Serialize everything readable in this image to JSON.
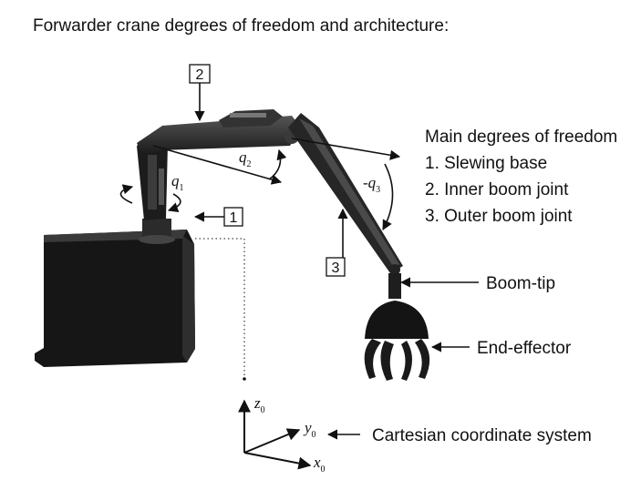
{
  "title": "Forwarder crane degrees of freedom and architecture:",
  "legend": {
    "heading": "Main degrees of freedom",
    "items": [
      "1. Slewing base",
      "2. Inner boom joint",
      "3. Outer boom joint"
    ]
  },
  "callouts": {
    "boom_tip": "Boom-tip",
    "end_effector": "End-effector",
    "coordinate_system": "Cartesian coordinate system"
  },
  "joint_boxes": [
    "1",
    "2",
    "3"
  ],
  "angles": {
    "q1": {
      "sym": "q",
      "sub": "1"
    },
    "q2": {
      "sym": "q",
      "sub": "2"
    },
    "q3": {
      "sym": "-q",
      "sub": "3"
    }
  },
  "axes": {
    "z": {
      "sym": "z",
      "sub": "0"
    },
    "y": {
      "sym": "y",
      "sub": "0"
    },
    "x": {
      "sym": "x",
      "sub": "0"
    }
  },
  "colors": {
    "ink": "#111111",
    "machine": "#1a1a1a",
    "boom": "#2a2a2a"
  }
}
